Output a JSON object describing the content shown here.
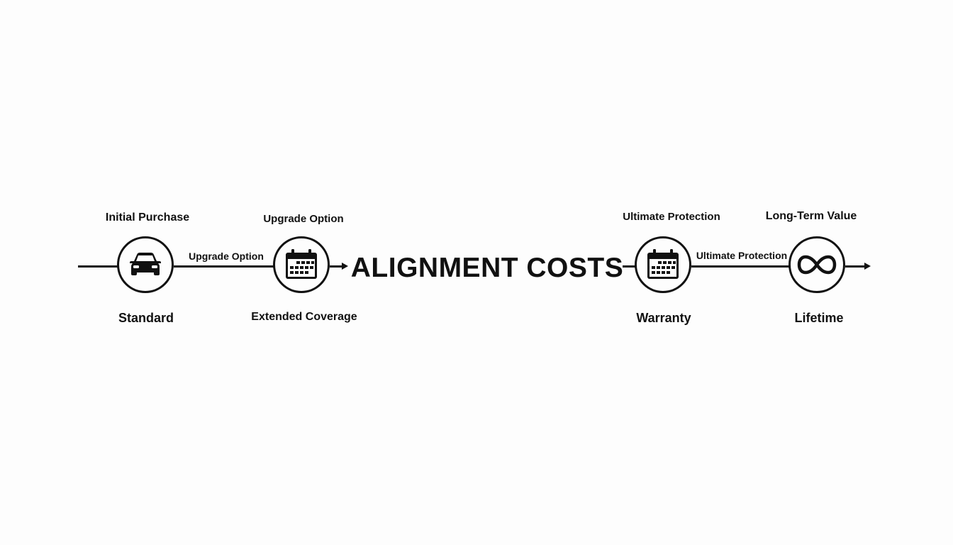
{
  "title": "ALIGNMENT COSTS",
  "colors": {
    "background": "#fdfdfd",
    "ink": "#111111"
  },
  "nodes": [
    {
      "id": "standard",
      "icon": "car-icon",
      "top_label": "Initial Purchase",
      "bottom_label": "Standard"
    },
    {
      "id": "extended-coverage",
      "icon": "calendar-icon",
      "top_label": "Upgrade Option",
      "bottom_label": "Extended Coverage"
    },
    {
      "id": "warranty",
      "icon": "calendar-icon",
      "top_label": "Ultimate Protection",
      "bottom_label": "Warranty"
    },
    {
      "id": "lifetime",
      "icon": "infinity-icon",
      "top_label": "Long-Term Value",
      "bottom_label": "Lifetime"
    }
  ],
  "edges": [
    {
      "from": "standard",
      "to": "extended-coverage",
      "label": "Upgrade Option"
    },
    {
      "from": "warranty",
      "to": "lifetime",
      "label": "Ultimate Protection"
    }
  ]
}
